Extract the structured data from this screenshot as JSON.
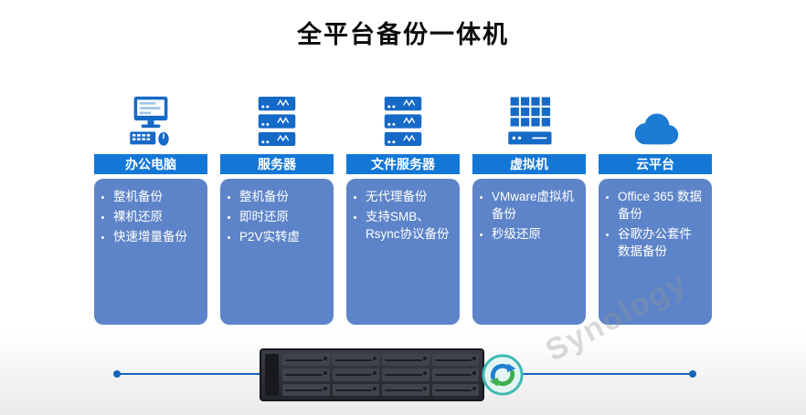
{
  "title": "全平台备份一体机",
  "columns": [
    {
      "icon": "desktop-computer-icon",
      "header": "办公电脑",
      "items": [
        "整机备份",
        "裸机还原",
        "快速增量备份"
      ]
    },
    {
      "icon": "server-icon",
      "header": "服务器",
      "items": [
        "整机备份",
        "即时还原",
        "P2V实转虚"
      ]
    },
    {
      "icon": "file-server-icon",
      "header": "文件服务器",
      "items": [
        "无代理备份",
        "支持SMB、Rsync协议备份"
      ]
    },
    {
      "icon": "virtual-machine-icon",
      "header": "虚拟机",
      "items": [
        "VMware虚拟机备份",
        "秒级还原"
      ]
    },
    {
      "icon": "cloud-icon",
      "header": "云平台",
      "items": [
        "Office 365 数据备份",
        "谷歌办公套件数据备份"
      ]
    }
  ],
  "watermark": "Synology",
  "colors": {
    "header_bar_blue": "#1377d6",
    "card_blue": "#5d84c8",
    "icon_blue": "#1569c7",
    "line_blue": "#1565c0",
    "sync_teal": "#3cb8b2",
    "sync_green": "#3fae4e",
    "watermark_gray": "#969696"
  }
}
